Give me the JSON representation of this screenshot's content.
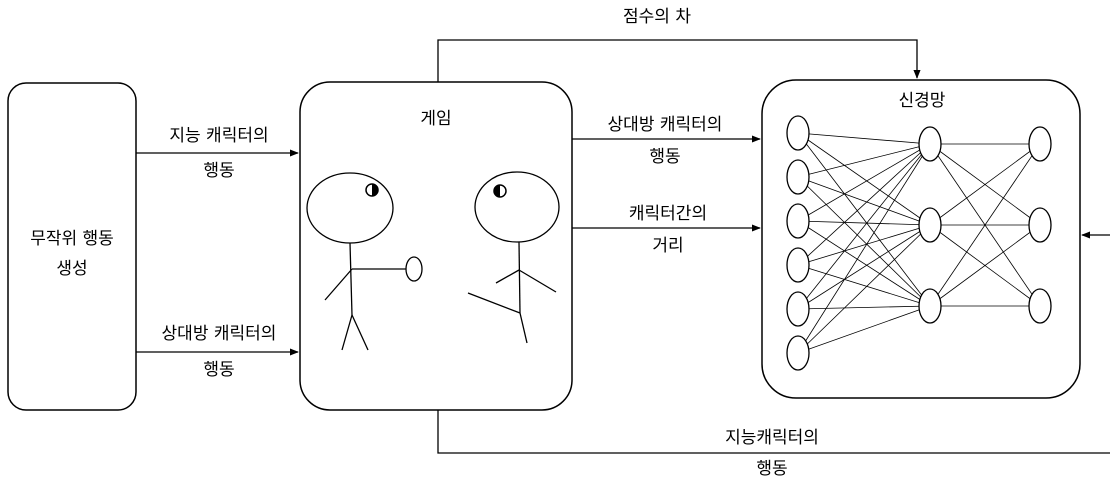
{
  "boxes": {
    "random": {
      "line1": "무작위 행동",
      "line2": "생성"
    },
    "game": {
      "title": "게임"
    },
    "nn": {
      "title": "신경망"
    }
  },
  "labels": {
    "score_diff": "점수의 차",
    "intel_action_top": {
      "line1": "지능 캐릭터의",
      "line2": "행동"
    },
    "opp_action_left": {
      "line1": "상대방 캐릭터의",
      "line2": "행동"
    },
    "opp_action_right": {
      "line1": "상대방 캐릭터의",
      "line2": "행동"
    },
    "distance": {
      "line1": "캐릭터간의",
      "line2": "거리"
    },
    "intel_action_bottom": {
      "line1": "지능캐릭터의",
      "line2": "행동"
    }
  },
  "network": {
    "layers": [
      6,
      3,
      3
    ]
  }
}
